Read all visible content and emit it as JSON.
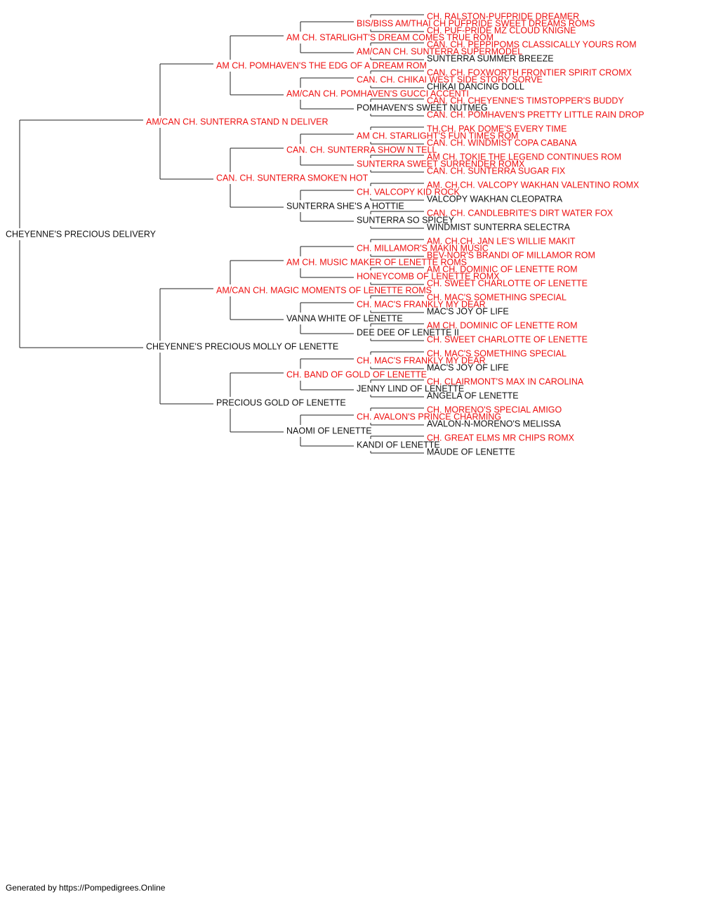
{
  "colors": {
    "champion": "#ee1111",
    "plain": "#111111",
    "line": "#222222"
  },
  "footer": "Generated by https://Pompedigrees.Online",
  "pedigree": {
    "name": "CHEYENNE'S PRECIOUS DELIVERY",
    "champion": false,
    "sire": {
      "name": "AM/CAN CH. SUNTERRA STAND N DELIVER",
      "champion": true,
      "sire": {
        "name": "AM CH. POMHAVEN'S THE EDG OF A DREAM ROM",
        "champion": true,
        "sire": {
          "name": "AM CH. STARLIGHT'S DREAM COMES TRUE ROM",
          "champion": true,
          "sire": {
            "name": "BIS/BISS AM/THAI CH PUFPRIDE SWEET DREAMS ROMS",
            "champion": true,
            "sire": {
              "name": "CH. RALSTON-PUFPRIDE DREAMER",
              "champion": true
            },
            "dam": {
              "name": "CH. PUF-PRIDE MZ CLOUD KNIGNE",
              "champion": true
            }
          },
          "dam": {
            "name": "AM/CAN CH. SUNTERRA SUPERMODEL",
            "champion": true,
            "sire": {
              "name": "CAN. CH. PEPPIPOMS CLASSICALLY YOURS ROM",
              "champion": true
            },
            "dam": {
              "name": "SUNTERRA SUMMER BREEZE",
              "champion": false
            }
          }
        },
        "dam": {
          "name": "AM/CAN CH. POMHAVEN'S GUCCI ACCENTI",
          "champion": true,
          "sire": {
            "name": "CAN. CH. CHIKAI WEST SIDE STORY SORVE",
            "champion": true,
            "sire": {
              "name": "CAN. CH. FOXWORTH FRONTIER SPIRIT CROMX",
              "champion": true
            },
            "dam": {
              "name": "CHIKAI DANCING DOLL",
              "champion": false
            }
          },
          "dam": {
            "name": "POMHAVEN'S SWEET NUTMEG",
            "champion": false,
            "sire": {
              "name": "CAN. CH. CHEYENNE'S TIMSTOPPER'S BUDDY",
              "champion": true
            },
            "dam": {
              "name": "CAN. CH. POMHAVEN'S PRETTY LITTLE RAIN DROP",
              "champion": true
            }
          }
        }
      },
      "dam": {
        "name": "CAN. CH. SUNTERRA SMOKE'N HOT",
        "champion": true,
        "sire": {
          "name": "CAN. CH. SUNTERRA SHOW N TELL",
          "champion": true,
          "sire": {
            "name": "AM CH. STARLIGHT'S FUN TIMES ROM",
            "champion": true,
            "sire": {
              "name": "TH.CH. PAK DOME'S EVERY TIME",
              "champion": true
            },
            "dam": {
              "name": "CAN. CH. WINDMIST COPA CABANA",
              "champion": true
            }
          },
          "dam": {
            "name": "SUNTERRA SWEET SURRENDER ROMX",
            "champion": true,
            "sire": {
              "name": "AM CH. TOKIE THE LEGEND CONTINUES ROM",
              "champion": true
            },
            "dam": {
              "name": "CAN. CH. SUNTERRA SUGAR FIX",
              "champion": true
            }
          }
        },
        "dam": {
          "name": "SUNTERRA SHE'S A HOTTIE",
          "champion": false,
          "sire": {
            "name": "CH. VALCOPY KID ROCK",
            "champion": true,
            "sire": {
              "name": "AM. CH.CH. VALCOPY WAKHAN VALENTINO ROMX",
              "champion": true
            },
            "dam": {
              "name": "VALCOPY WAKHAN CLEOPATRA",
              "champion": false
            }
          },
          "dam": {
            "name": "SUNTERRA SO SPICEY",
            "champion": false,
            "sire": {
              "name": "CAN. CH. CANDLEBRITE'S DIRT WATER FOX",
              "champion": true
            },
            "dam": {
              "name": "WINDMIST SUNTERRA SELECTRA",
              "champion": false
            }
          }
        }
      }
    },
    "dam": {
      "name": "CHEYENNE'S PRECIOUS MOLLY OF LENETTE",
      "champion": false,
      "sire": {
        "name": "AM/CAN CH. MAGIC MOMENTS OF LENETTE ROMS",
        "champion": true,
        "sire": {
          "name": "AM CH. MUSIC MAKER OF LENETTE ROMS",
          "champion": true,
          "sire": {
            "name": "CH. MILLAMOR'S MAKIN MUSIC",
            "champion": true,
            "sire": {
              "name": "AM. CH.CH. JAN LE'S WILLIE MAKIT",
              "champion": true
            },
            "dam": {
              "name": "BEV-NOR'S BRANDI OF MILLAMOR ROM",
              "champion": true
            }
          },
          "dam": {
            "name": "HONEYCOMB OF LENETTE ROMX",
            "champion": true,
            "sire": {
              "name": "AM CH. DOMINIC OF LENETTE ROM",
              "champion": true
            },
            "dam": {
              "name": "CH. SWEET CHARLOTTE OF LENETTE",
              "champion": true
            }
          }
        },
        "dam": {
          "name": "VANNA WHITE OF LENETTE",
          "champion": false,
          "sire": {
            "name": "CH. MAC'S FRANKLY MY DEAR",
            "champion": true,
            "sire": {
              "name": "CH. MAC'S SOMETHING SPECIAL",
              "champion": true
            },
            "dam": {
              "name": "MAC'S JOY OF LIFE",
              "champion": false
            }
          },
          "dam": {
            "name": "DEE DEE OF LENETTE II",
            "champion": false,
            "sire": {
              "name": "AM CH. DOMINIC OF LENETTE ROM",
              "champion": true
            },
            "dam": {
              "name": "CH. SWEET CHARLOTTE OF LENETTE",
              "champion": true
            }
          }
        }
      },
      "dam": {
        "name": "PRECIOUS GOLD OF LENETTE",
        "champion": false,
        "sire": {
          "name": "CH. BAND OF GOLD OF LENETTE",
          "champion": true,
          "sire": {
            "name": "CH. MAC'S FRANKLY MY DEAR",
            "champion": true,
            "sire": {
              "name": "CH. MAC'S SOMETHING SPECIAL",
              "champion": true
            },
            "dam": {
              "name": "MAC'S JOY OF LIFE",
              "champion": false
            }
          },
          "dam": {
            "name": "JENNY LIND OF LENETTE",
            "champion": false,
            "sire": {
              "name": "CH. CLAIRMONT'S MAX IN CAROLINA",
              "champion": true
            },
            "dam": {
              "name": "ANGELA OF LENETTE",
              "champion": false
            }
          }
        },
        "dam": {
          "name": "NAOMI OF LENETTE",
          "champion": false,
          "sire": {
            "name": "CH. AVALON'S PRINCE CHARMING",
            "champion": true,
            "sire": {
              "name": "CH. MORENO'S SPECIAL AMIGO",
              "champion": true
            },
            "dam": {
              "name": "AVALON-N-MORENO'S MELISSA",
              "champion": false
            }
          },
          "dam": {
            "name": "KANDI OF LENETTE",
            "champion": false,
            "sire": {
              "name": "CH. GREAT ELMS MR CHIPS ROMX",
              "champion": true
            },
            "dam": {
              "name": "MAUDE OF LENETTE",
              "champion": false
            }
          }
        }
      }
    }
  }
}
